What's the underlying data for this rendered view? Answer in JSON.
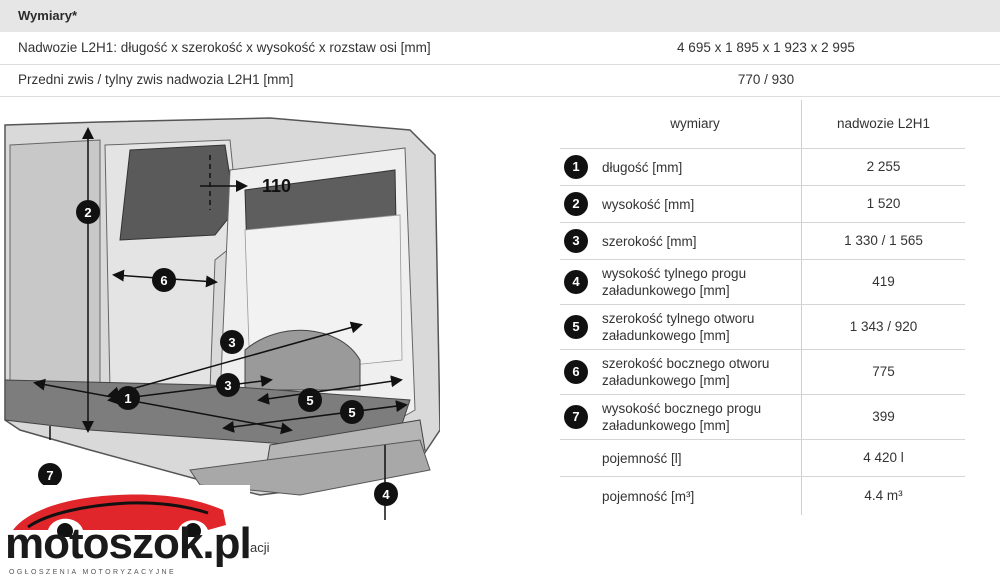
{
  "header": {
    "title": "Wymiary*"
  },
  "specs": [
    {
      "label": "Nadwozie L2H1: długość x szerokość x wysokość x rozstaw osi [mm]",
      "value": "4 695 x 1 895 x 1 923 x 2 995"
    },
    {
      "label": "Przedni zwis / tylny zwis nadwozia L2H1 [mm]",
      "value": "770 / 930"
    }
  ],
  "figure": {
    "dimension_110": "110",
    "markers": [
      "1",
      "2",
      "3",
      "4",
      "5",
      "6",
      "7"
    ]
  },
  "table": {
    "col1": "wymiary",
    "col2": "nadwozie L2H1",
    "rows": [
      {
        "num": "1",
        "label": "długość [mm]",
        "value": "2 255"
      },
      {
        "num": "2",
        "label": "wysokość [mm]",
        "value": "1 520"
      },
      {
        "num": "3",
        "label": "szerokość [mm]",
        "value": "1 330 / 1 565"
      },
      {
        "num": "4",
        "label": "wysokość tylnego progu załadunkowego [mm]",
        "value": "419"
      },
      {
        "num": "5",
        "label": "szerokość tylnego otworu załadunkowego [mm]",
        "value": "1 343 / 920"
      },
      {
        "num": "6",
        "label": "szerokość bocznego otworu załadunkowego [mm]",
        "value": "775"
      },
      {
        "num": "7",
        "label": "wysokość bocznego progu załadunkowego [mm]",
        "value": "399"
      },
      {
        "num": "",
        "label": "pojemność [l]",
        "value": "4 420 l"
      },
      {
        "num": "",
        "label": "pojemność [m³]",
        "value": "4.4 m³"
      }
    ]
  },
  "note": {
    "text": "acji"
  },
  "logo": {
    "main": "motoszok.pl",
    "sub": "OGŁOSZENIA MOTORYZACYJNE"
  },
  "colors": {
    "header_bg": "#e6e6e6",
    "badge": "#111111",
    "logo_red": "#e0252b"
  }
}
